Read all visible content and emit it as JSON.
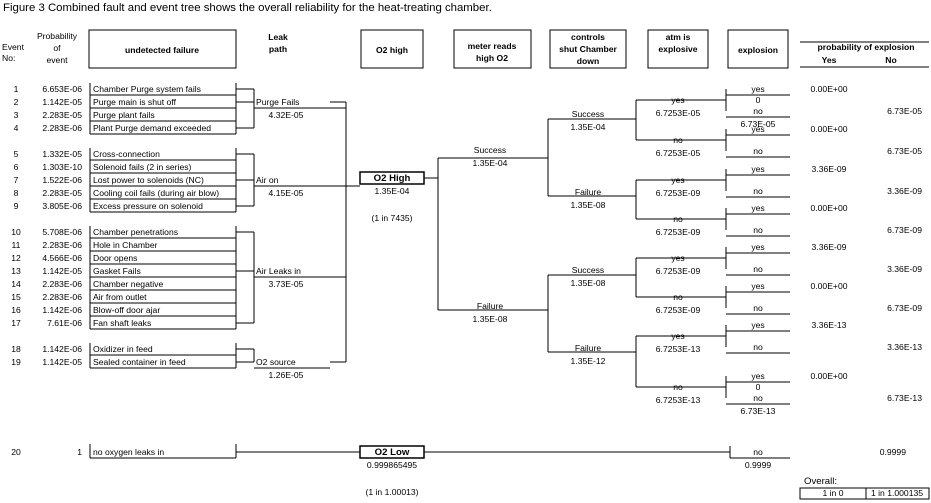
{
  "figure_title": "Figure 3   Combined fault and event tree shows the overall reliability for the heat-treating chamber.",
  "headers": {
    "event_no": [
      "Event",
      "No:"
    ],
    "probability": [
      "Probability",
      "of",
      "event"
    ],
    "undetected": "undetected failure",
    "leak_path": [
      "Leak",
      "path"
    ],
    "o2high": "O2 high",
    "meter": [
      "meter reads",
      "high O2"
    ],
    "controls": [
      "controls",
      "shut Chamber",
      "down"
    ],
    "atm": [
      "atm is",
      "explosive"
    ],
    "explosion": "explosion",
    "prob_explosion": "probability of explosion",
    "yes": "Yes",
    "no": "No"
  },
  "events": [
    {
      "no": "1",
      "prob": "6.653E-06",
      "label": "Chamber Purge system fails"
    },
    {
      "no": "2",
      "prob": "1.142E-05",
      "label": "Purge main is shut off"
    },
    {
      "no": "3",
      "prob": "2.283E-05",
      "label": "Purge plant fails"
    },
    {
      "no": "4",
      "prob": "2.283E-06",
      "label": "Plant Purge demand exceeded"
    },
    {
      "no": "5",
      "prob": "1.332E-05",
      "label": "Cross-connection"
    },
    {
      "no": "6",
      "prob": "1.303E-10",
      "label": "Solenoid fails (2 in series)"
    },
    {
      "no": "7",
      "prob": "1.522E-06",
      "label": "Lost power to solenoids (NC)"
    },
    {
      "no": "8",
      "prob": "2.283E-05",
      "label": "Cooling coil fails (during air blow)"
    },
    {
      "no": "9",
      "prob": "3.805E-06",
      "label": "Excess pressure on solenoid"
    },
    {
      "no": "10",
      "prob": "5.708E-06",
      "label": "Chamber penetrations"
    },
    {
      "no": "11",
      "prob": "2.283E-06",
      "label": "Hole in Chamber"
    },
    {
      "no": "12",
      "prob": "4.566E-06",
      "label": "Door opens"
    },
    {
      "no": "13",
      "prob": "1.142E-05",
      "label": "Gasket Fails"
    },
    {
      "no": "14",
      "prob": "2.283E-06",
      "label": "Chamber negative"
    },
    {
      "no": "15",
      "prob": "2.283E-06",
      "label": "Air from outlet"
    },
    {
      "no": "16",
      "prob": "1.142E-06",
      "label": "Blow-off door ajar"
    },
    {
      "no": "17",
      "prob": "7.61E-06",
      "label": "Fan shaft leaks"
    },
    {
      "no": "18",
      "prob": "1.142E-06",
      "label": "Oxidizer in feed"
    },
    {
      "no": "19",
      "prob": "1.142E-05",
      "label": "Sealed container in feed"
    },
    {
      "no": "20",
      "prob": "1",
      "label": "no oxygen leaks in"
    }
  ],
  "leak_paths": [
    {
      "label": "Purge Fails",
      "value": "4.32E-05"
    },
    {
      "label": "Air on",
      "value": "4.15E-05"
    },
    {
      "label": "Air Leaks in",
      "value": "3.73E-05"
    },
    {
      "label": "O2 source",
      "value": "1.26E-05"
    }
  ],
  "o2high": {
    "label": "O2 High",
    "value": "1.35E-04",
    "ratio": "(1 in 7435)"
  },
  "o2low": {
    "label": "O2 Low",
    "value": "0.999865495",
    "ratio": "(1 in 1.00013)"
  },
  "meter": [
    {
      "label": "Success",
      "value": "1.35E-04"
    },
    {
      "label": "Failure",
      "value": "1.35E-08"
    }
  ],
  "controls": [
    {
      "label": "Success",
      "value": "1.35E-04"
    },
    {
      "label": "Failure",
      "value": "1.35E-08"
    },
    {
      "label": "Success",
      "value": "1.35E-08"
    },
    {
      "label": "Failure",
      "value": "1.35E-12"
    }
  ],
  "atm": [
    {
      "label": "yes",
      "value": "6.7253E-05"
    },
    {
      "label": "no",
      "value": "6.7253E-05"
    },
    {
      "label": "yes",
      "value": "6.7253E-09"
    },
    {
      "label": "no",
      "value": "6.7253E-09"
    },
    {
      "label": "yes",
      "value": "6.7253E-09"
    },
    {
      "label": "no",
      "value": "6.7253E-09"
    },
    {
      "label": "yes",
      "value": "6.7253E-13"
    },
    {
      "label": "no",
      "value": "6.7253E-13"
    }
  ],
  "explosion": [
    {
      "a": "yes",
      "b": "0",
      "c": "no",
      "d": "6.73E-05"
    },
    {
      "a": "yes",
      "c": "no"
    },
    {
      "a": "yes",
      "c": "no"
    },
    {
      "a": "yes",
      "c": "no"
    },
    {
      "a": "yes",
      "c": "no"
    },
    {
      "a": "yes",
      "c": "no"
    },
    {
      "a": "yes",
      "c": "no"
    },
    {
      "a": "yes",
      "b": "0",
      "c": "no",
      "d": "6.73E-13"
    }
  ],
  "explosion_low": {
    "label": "no",
    "value": "0.9999"
  },
  "prob_rows": [
    {
      "yes": "0.00E+00",
      "no": "6.73E-05"
    },
    {
      "yes": "0.00E+00",
      "no": "6.73E-05"
    },
    {
      "yes": "3.36E-09",
      "no": "3.36E-09"
    },
    {
      "yes": "0.00E+00",
      "no": "6.73E-09"
    },
    {
      "yes": "3.36E-09",
      "no": "3.36E-09"
    },
    {
      "yes": "0.00E+00",
      "no": "6.73E-09"
    },
    {
      "yes": "3.36E-13",
      "no": "3.36E-13"
    },
    {
      "yes": "0.00E+00",
      "no": "6.73E-13"
    }
  ],
  "prob_low": "0.9999",
  "overall": {
    "label": "Overall:",
    "yes": "1 in 0",
    "no": "1 in 1.000135"
  }
}
